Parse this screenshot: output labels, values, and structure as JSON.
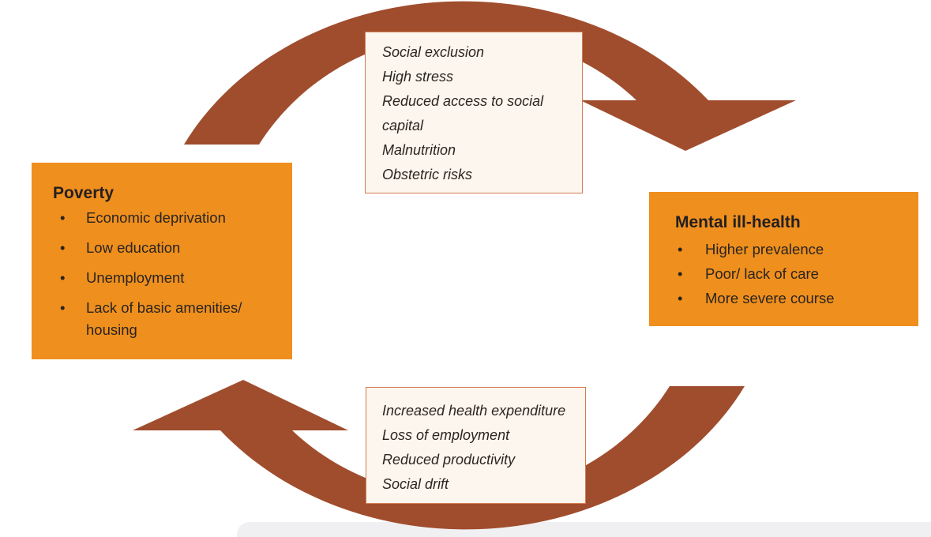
{
  "figure": {
    "description": "Cycle diagram linking poverty and mental ill-health",
    "bullet_glyph": "•"
  },
  "colors": {
    "arrow": "#a04d2e",
    "factor_box_bg": "#ef8f1e",
    "mech_box_bg": "#fcf6ee",
    "mech_box_border": "#d47b52",
    "footer_band": "#f0eff1"
  },
  "poverty_box": {
    "title": "Poverty",
    "items": [
      "Economic deprivation",
      "Low education",
      "Unemployment",
      "Lack of basic amenities/ housing"
    ]
  },
  "mental_box": {
    "title": "Mental ill-health",
    "items": [
      "Higher prevalence",
      "Poor/ lack of care",
      "More severe course"
    ]
  },
  "top_mechanisms": {
    "items": [
      "Social exclusion",
      "High stress",
      "Reduced access to social capital",
      "Malnutrition",
      "Obstetric risks"
    ]
  },
  "bottom_mechanisms": {
    "items": [
      "Increased health expenditure",
      "Loss of employment",
      "Reduced productivity",
      "Social drift"
    ]
  }
}
